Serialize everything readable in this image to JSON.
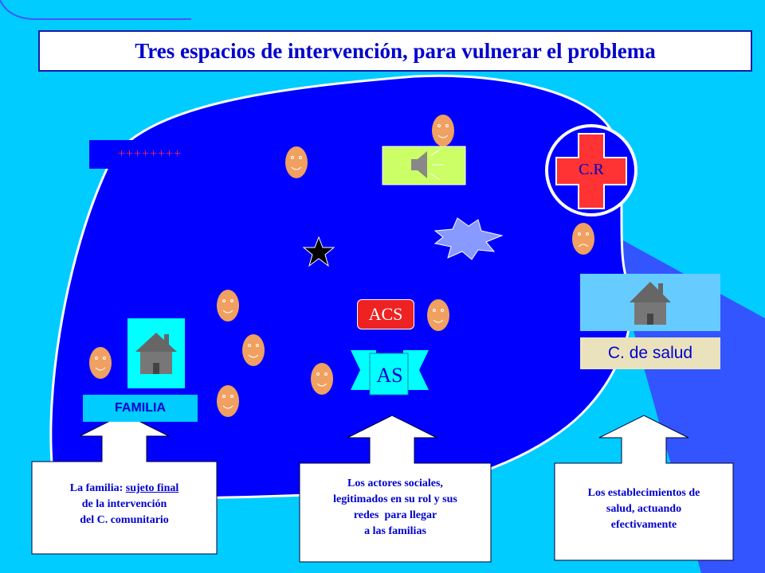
{
  "title": "Tres espacios de intervención, para vulnerar el problema",
  "labels": {
    "plus_signs": "++++++++",
    "acs": "ACS",
    "as": "AS",
    "cr": "C.R",
    "familia": "FAMILIA",
    "c_salud": "C. de salud"
  },
  "callouts": {
    "family": {
      "line1_prefix": "La familia: ",
      "line1_underlined": "sujeto final",
      "line2": "de la intervención",
      "line3": "del C. comunitario"
    },
    "actors": {
      "line1": "Los actores sociales,",
      "line2": "legitimados en su rol y sus",
      "line3": "redes  para llegar",
      "line4": "a las familias"
    },
    "health": {
      "line1": "Los establecimientos de",
      "line2": "salud, actuando",
      "line3": "efectivamente"
    }
  },
  "colors": {
    "background": "#00ccff",
    "blob": "#0000ff",
    "title_text": "#0000cc",
    "faces": "#f0a060",
    "cross": "#ff3333",
    "acs_box": "#ee2222",
    "speaker_box": "#ccff66",
    "burst": "#8899ff",
    "salud_label_bg": "#eae2bd",
    "house_box": "#00ffff"
  },
  "icons": [
    "star-icon",
    "speaker-icon",
    "burst-icon",
    "red-cross-icon",
    "house-icon",
    "scroll-banner-icon",
    "face-icon"
  ]
}
